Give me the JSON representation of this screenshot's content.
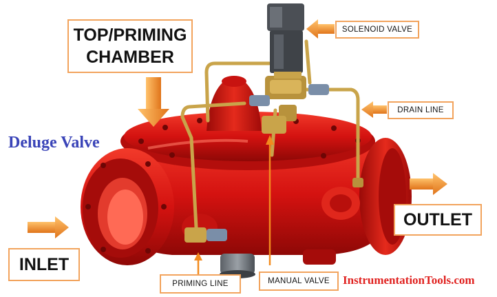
{
  "title": "Deluge Valve",
  "credit": "InstrumentationTools.com",
  "labels": {
    "top_priming_line1": "TOP/PRIMING",
    "top_priming_line2": "CHAMBER",
    "solenoid_valve": "SOLENOID VALVE",
    "drain_line": "DRAIN LINE",
    "outlet": "OUTLET",
    "inlet": "INLET",
    "priming_line": "PRIMING LINE",
    "manual_valve": "MANUAL VALVE"
  },
  "colors": {
    "title": "#3a44b8",
    "credit": "#e0211f",
    "label_border": "#f2a35c",
    "arrow": "#f28a1e",
    "valve_red": "#d41210",
    "pipe_brass": "#c9a44a"
  }
}
